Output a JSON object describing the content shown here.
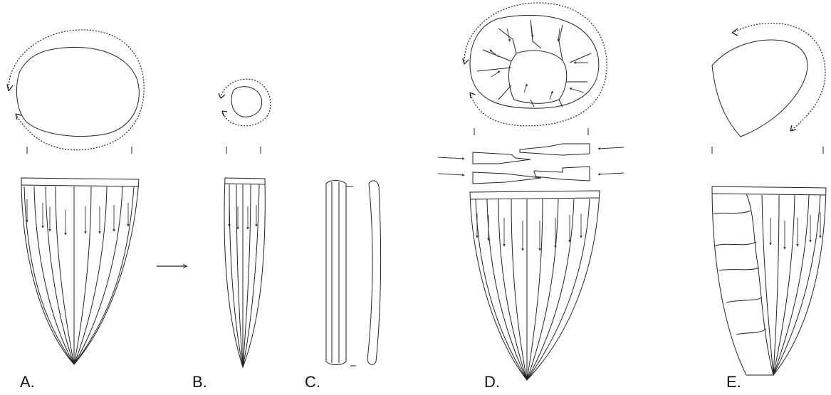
{
  "labels": {
    "a": "A.",
    "b": "B.",
    "c": "C.",
    "d": "D.",
    "e": "E."
  },
  "colors": {
    "line": "#222222",
    "background": "#ffffff"
  }
}
